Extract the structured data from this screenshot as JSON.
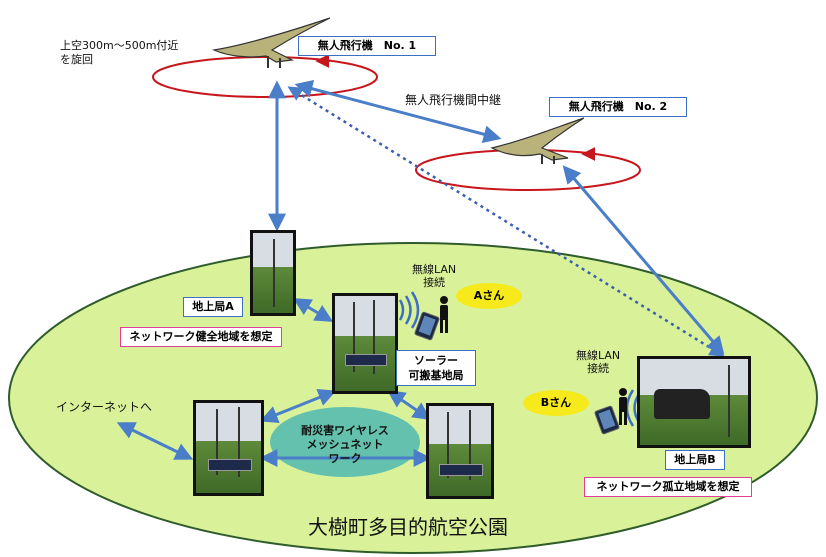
{
  "labels": {
    "altitude_line1": "上空300m～500m付近",
    "altitude_line2": "を旋回",
    "uav1": "無人飛行機　No. 1",
    "uav2": "無人飛行機　No. 2",
    "relay": "無人飛行機間中継",
    "ground_a": "地上局A",
    "ground_b": "地上局B",
    "healthy_area": "ネットワーク健全地域を想定",
    "isolated_area": "ネットワーク孤立地域を想定",
    "solar_line1": "ソーラー",
    "solar_line2": "可搬基地局",
    "mesh_line1": "耐災害ワイヤレス",
    "mesh_line2": "メッシュネット",
    "mesh_line3": "ワーク",
    "internet": "インターネットへ",
    "lan_a_line1": "無線LAN",
    "lan_a_line2": "接続",
    "lan_b_line1": "無線LAN",
    "lan_b_line2": "接続",
    "person_a": "Aさん",
    "person_b": "Bさん",
    "park_name": "大樹町多目的航空公園"
  },
  "colors": {
    "field": "#d9f29a",
    "field_border": "#2f5c2a",
    "orbit": "#c8161d",
    "link": "#4a7ec9",
    "mesh": "#4fb8b0",
    "bubble": "#f7ea1c",
    "box_border": "#3a6fc4",
    "pink_border": "#e0409a"
  }
}
